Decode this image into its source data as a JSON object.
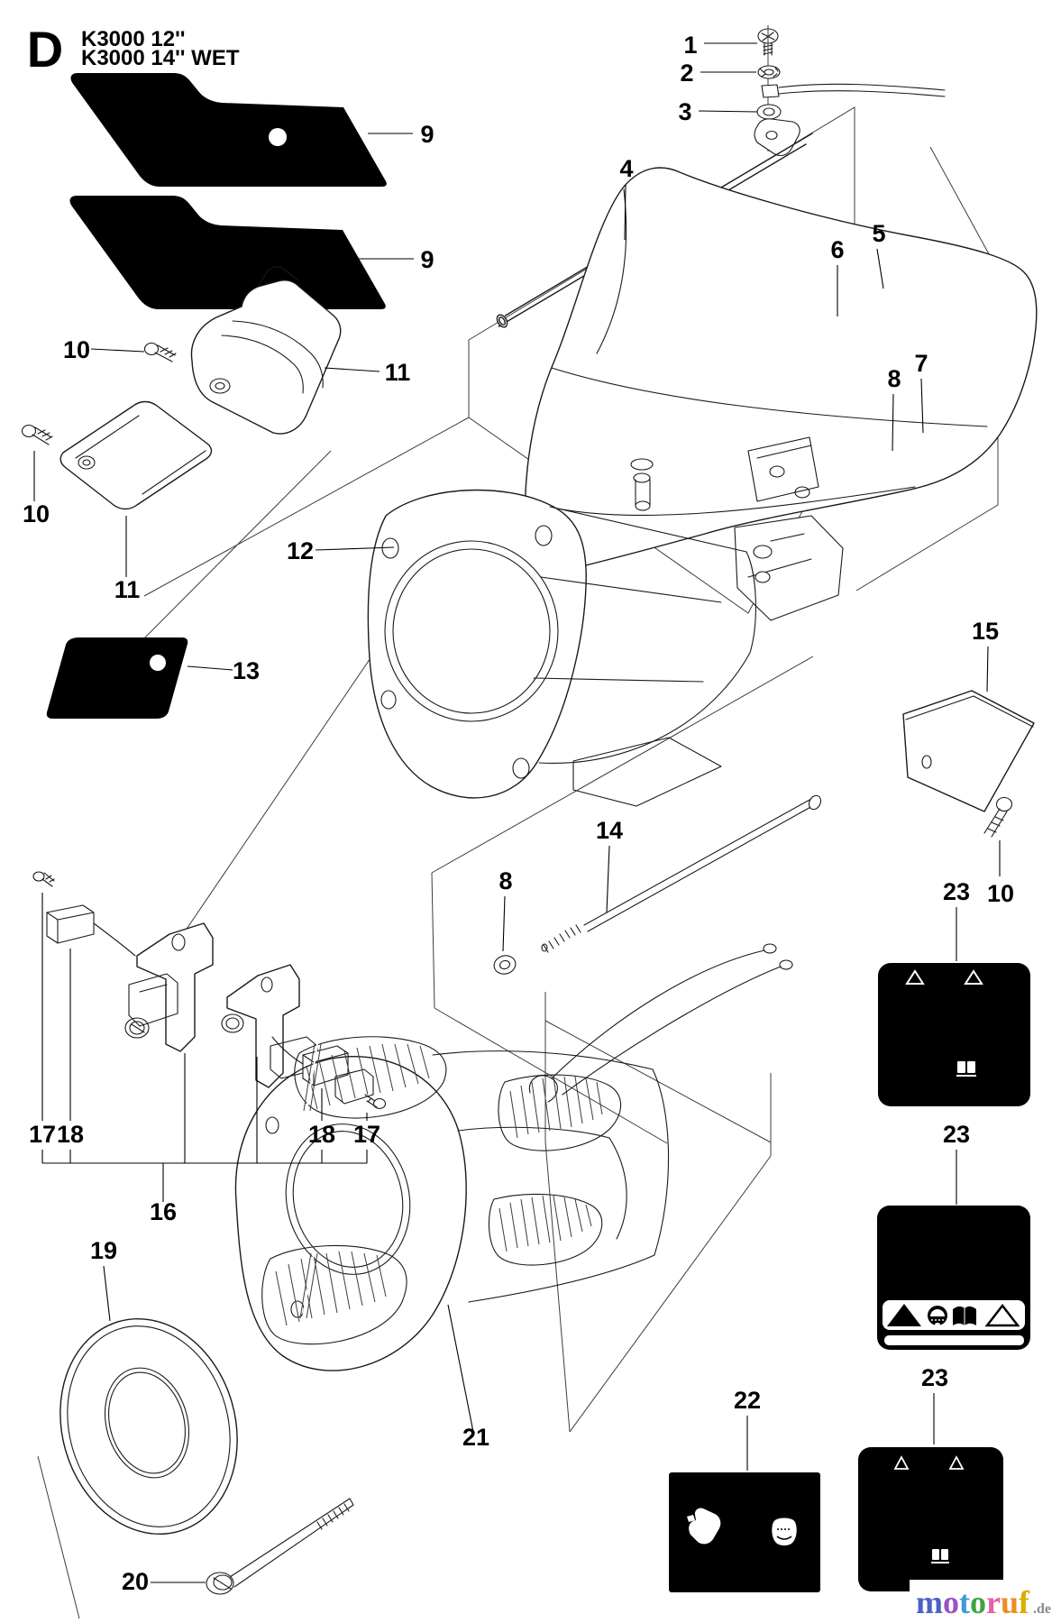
{
  "header": {
    "section_letter": "D",
    "model_line1": "K3000 12''",
    "model_line2": "K3000 14'' WET"
  },
  "callouts": {
    "c1": "1",
    "c2": "2",
    "c3": "3",
    "c4": "4",
    "c5": "5",
    "c6": "6",
    "c7": "7",
    "c8a": "8",
    "c8b": "8",
    "c9a": "9",
    "c9b": "9",
    "c10a": "10",
    "c10b": "10",
    "c10c": "10",
    "c11a": "11",
    "c11b": "11",
    "c12": "12",
    "c13": "13",
    "c14": "14",
    "c15": "15",
    "c16": "16",
    "c17a": "17",
    "c17b": "17",
    "c18a": "18",
    "c18b": "18",
    "c19": "19",
    "c20": "20",
    "c21": "21",
    "c22": "22",
    "c23a": "23",
    "c23b": "23",
    "c23c": "23"
  },
  "safety_labels": {
    "style_a_icons": [
      "warning-triangle",
      "warning-triangle",
      "manual-book"
    ],
    "style_b_icons": [
      "warning-triangle-filled",
      "hearing-protection",
      "manual-book",
      "warning-triangle-outline"
    ],
    "label_22_icons": [
      "protective-gloves",
      "breathing-mask"
    ]
  },
  "watermark": {
    "letters": [
      {
        "char": "m",
        "color": "#4862c6"
      },
      {
        "char": "o",
        "color": "#9a50c8"
      },
      {
        "char": "t",
        "color": "#3f9ad6"
      },
      {
        "char": "o",
        "color": "#3fa53f"
      },
      {
        "char": "r",
        "color": "#e860a8"
      },
      {
        "char": "u",
        "color": "#ef8c1f"
      },
      {
        "char": "f",
        "color": "#d9ae00"
      }
    ],
    "suffix": ".de"
  },
  "colors": {
    "background": "#ffffff",
    "line": "#1a1a1a",
    "decal": "#000000",
    "logo_tld": "#8a8a8a"
  }
}
